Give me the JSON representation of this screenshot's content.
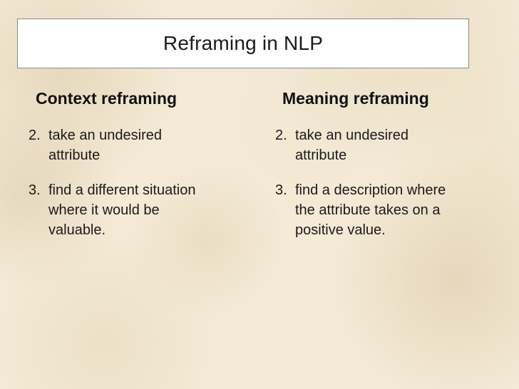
{
  "slide": {
    "title": "Reframing in NLP",
    "background_color": "#f4ead6",
    "title_box_color": "#ffffff",
    "columns": [
      {
        "heading": "Context reframing",
        "items": [
          {
            "number": "2.",
            "text": "take an undesired attribute"
          },
          {
            "number": "3.",
            "text": "find a different situation where it would be valuable."
          }
        ]
      },
      {
        "heading": "Meaning reframing",
        "items": [
          {
            "number": "2.",
            "text": "take an undesired attribute"
          },
          {
            "number": "3.",
            "text": "find a description where the attribute takes on a positive value."
          }
        ]
      }
    ]
  }
}
